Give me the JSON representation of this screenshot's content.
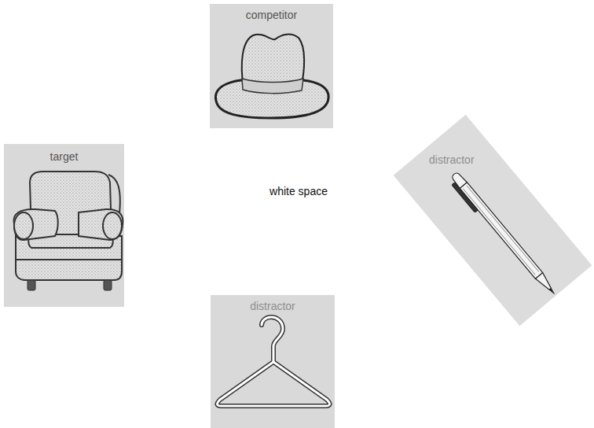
{
  "diagram": {
    "nodes": [
      {
        "text": [
          "competitor"
        ]
      },
      {
        "text": [
          "target"
        ]
      },
      {
        "text": [
          "distractor"
        ]
      },
      {
        "text": [
          "distractor"
        ]
      }
    ],
    "labels": [
      "white space"
    ]
  }
}
